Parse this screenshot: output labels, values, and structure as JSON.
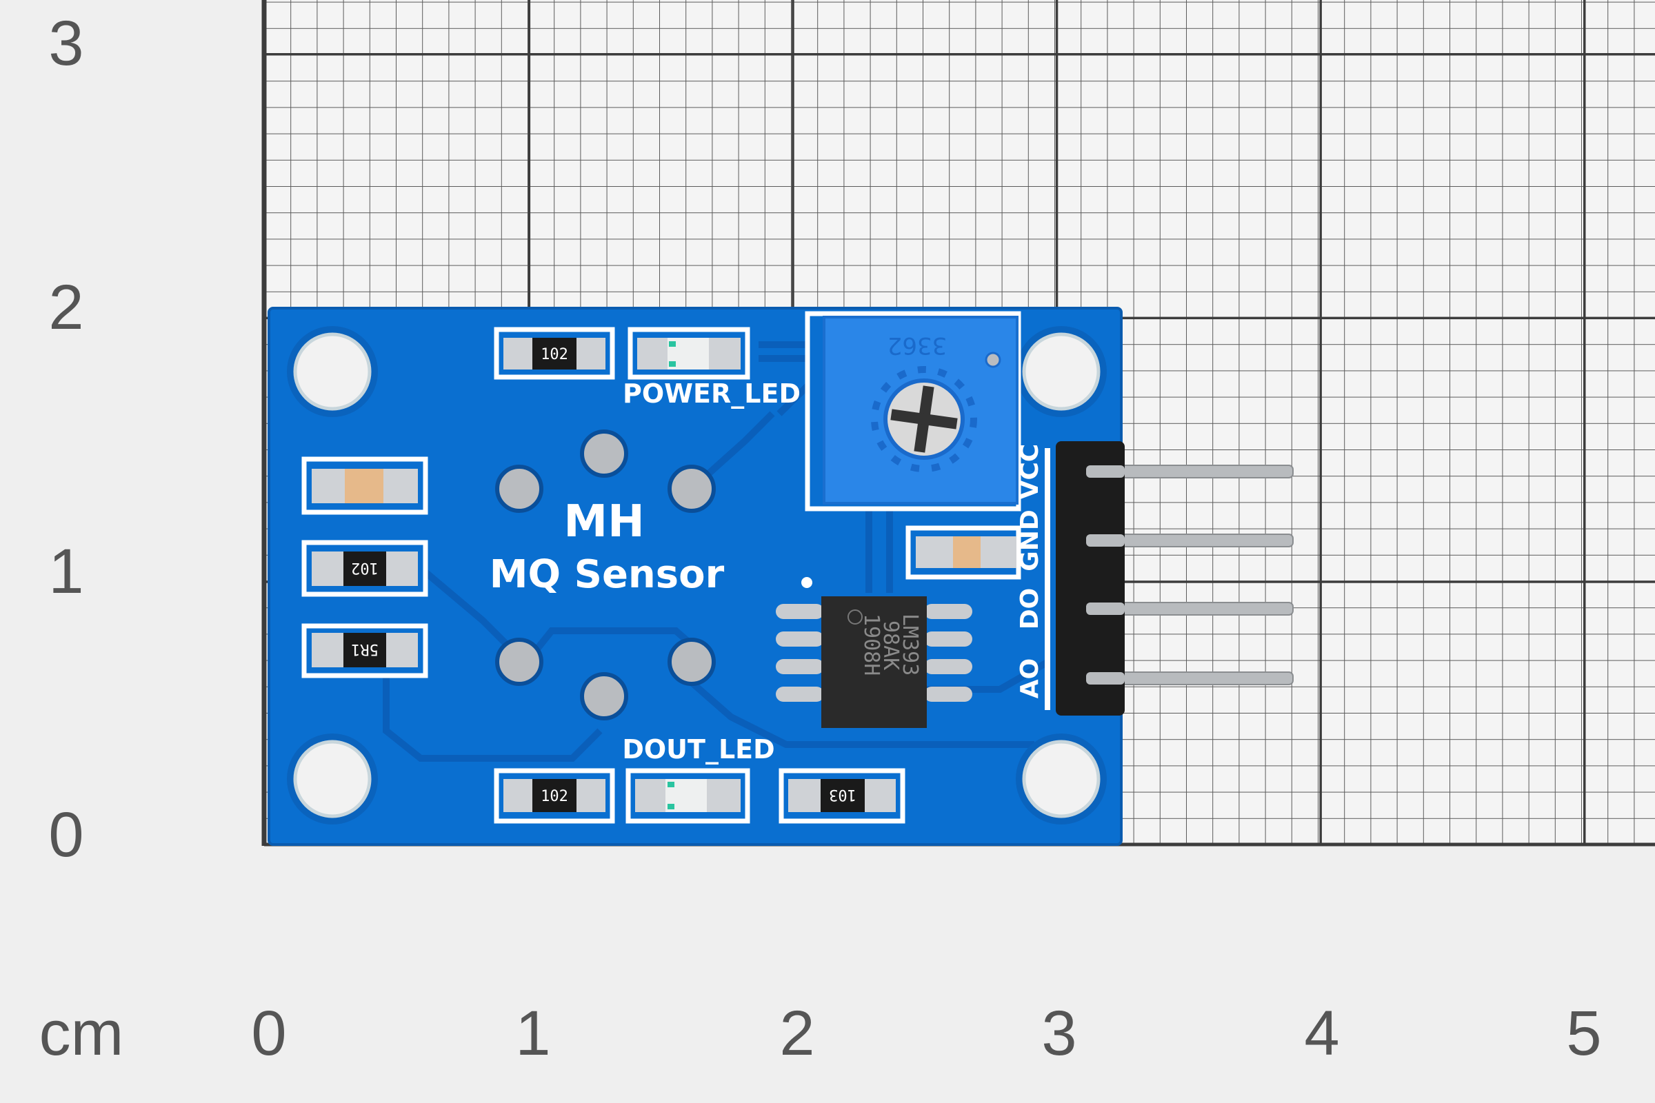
{
  "scale": {
    "unit_label": "cm",
    "x_ticks": [
      "0",
      "1",
      "2",
      "3",
      "4",
      "5"
    ],
    "y_ticks": [
      "0",
      "1",
      "2",
      "3"
    ]
  },
  "board": {
    "brand": "MH",
    "name": "MQ Sensor",
    "power_led_label": "POWER_LED",
    "dout_led_label": "DOUT_LED",
    "pins": [
      "VCC",
      "GND",
      "DO",
      "AO"
    ],
    "potentiometer_marking": "3362",
    "chip_lines": [
      "LM393",
      "98AK",
      "1908H"
    ],
    "resistor_codes": {
      "top": "102",
      "left_middle": "102",
      "left_bottom": "5R1",
      "bottom_left": "102",
      "bottom_right": "103"
    },
    "colors": {
      "pcb": "#0a6fd0",
      "silkscreen": "#ffffff",
      "pot": "#2a86e8",
      "grid": "#4a4a4a",
      "background": "#efefef"
    }
  }
}
